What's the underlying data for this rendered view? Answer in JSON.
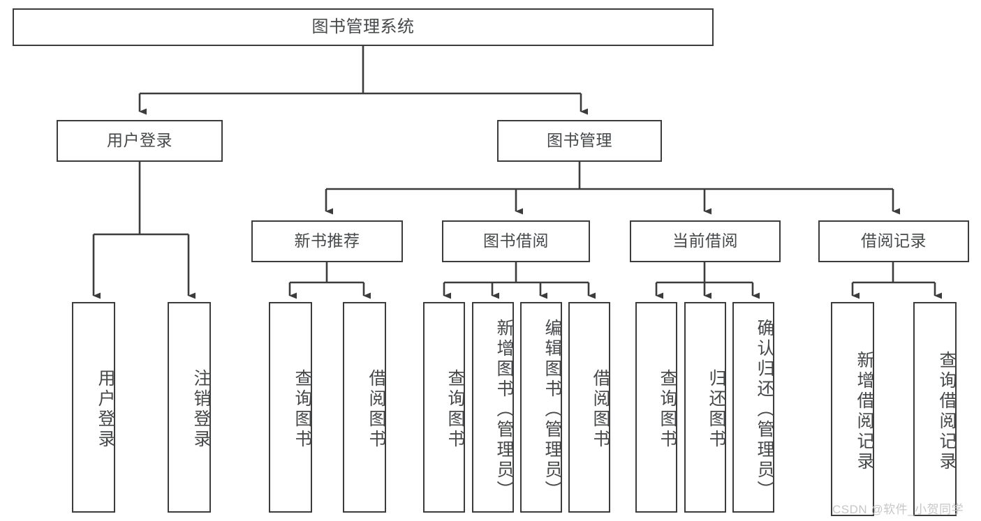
{
  "diagram": {
    "type": "tree",
    "title": "图书管理系统",
    "background": "#ffffff",
    "line_color": "#3c3c3c",
    "text_color": "#46484a",
    "levels": {
      "root": {
        "label": "图书管理系统"
      },
      "level1": [
        {
          "id": "user-login",
          "label": "用户登录"
        },
        {
          "id": "book-management",
          "label": "图书管理"
        }
      ],
      "level2": [
        {
          "id": "new-book-recommend",
          "label": "新书推荐"
        },
        {
          "id": "book-borrow",
          "label": "图书借阅"
        },
        {
          "id": "current-borrow",
          "label": "当前借阅"
        },
        {
          "id": "borrow-record",
          "label": "借阅记录"
        }
      ],
      "leaves": {
        "user_login": [
          {
            "id": "leaf-user-login",
            "label": "用户登录"
          },
          {
            "id": "leaf-logout",
            "label": "注销登录"
          }
        ],
        "new_book_recommend": [
          {
            "id": "leaf-query-book-1",
            "label": "查询图书"
          },
          {
            "id": "leaf-borrow-book-1",
            "label": "借阅图书"
          }
        ],
        "book_borrow": [
          {
            "id": "leaf-query-book-2",
            "label": "查询图书"
          },
          {
            "id": "leaf-add-book",
            "label": "新增图书（管理员）"
          },
          {
            "id": "leaf-edit-book",
            "label": "编辑图书（管理员）"
          },
          {
            "id": "leaf-borrow-book-2",
            "label": "借阅图书"
          }
        ],
        "current_borrow": [
          {
            "id": "leaf-query-book-3",
            "label": "查询图书"
          },
          {
            "id": "leaf-return-book",
            "label": "归还图书"
          },
          {
            "id": "leaf-confirm-return",
            "label": "确认归还（管理员）"
          }
        ],
        "borrow_record": [
          {
            "id": "leaf-add-record",
            "label": "新增借阅记录"
          },
          {
            "id": "leaf-query-record",
            "label": "查询借阅记录"
          }
        ]
      }
    }
  },
  "watermark": {
    "text": "CSDN @软件_小贺同学"
  }
}
